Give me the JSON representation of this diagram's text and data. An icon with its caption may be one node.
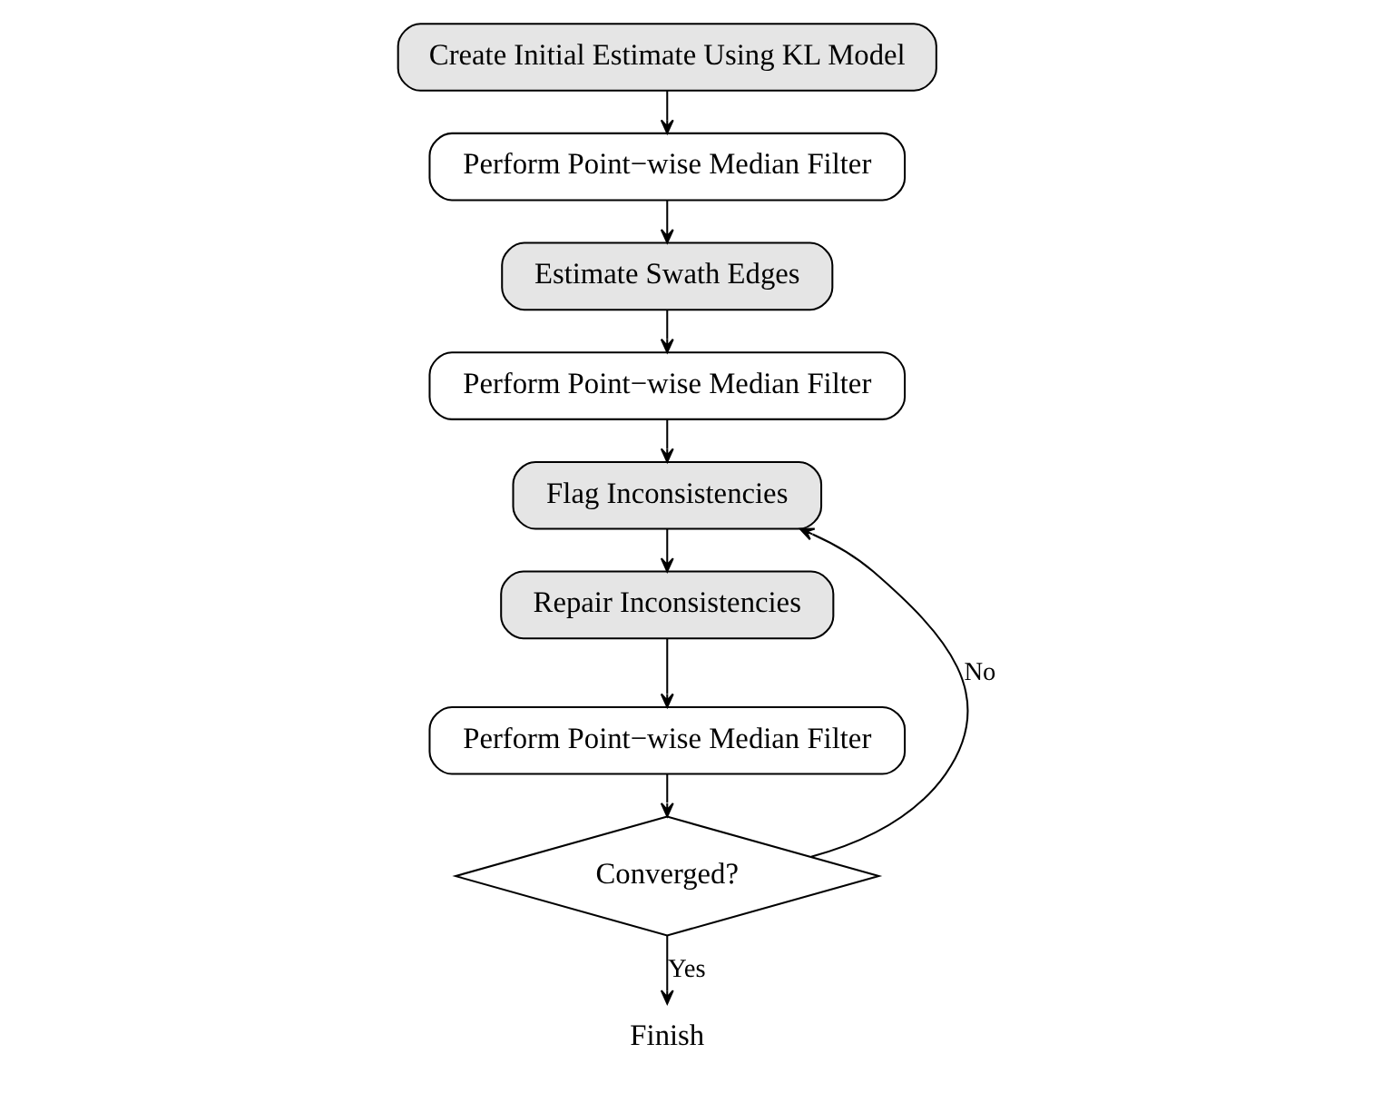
{
  "diagram": {
    "nodes": [
      {
        "text": [
          "Create Initial Estimate Using KL Model"
        ]
      },
      {
        "text": [
          "Perform Point−wise Median Filter"
        ]
      },
      {
        "text": [
          "Estimate Swath Edges"
        ]
      },
      {
        "text": [
          "Perform Point−wise Median Filter"
        ]
      },
      {
        "text": [
          "Flag Inconsistencies"
        ]
      },
      {
        "text": [
          "Repair Inconsistencies"
        ]
      },
      {
        "text": [
          "Perform Point−wise Median Filter"
        ]
      },
      {
        "text": [
          "Converged?"
        ]
      },
      {
        "text": [
          "Finish"
        ]
      }
    ],
    "edges": [
      {
        "from": 0,
        "to": 1,
        "arrow": "to"
      },
      {
        "from": 1,
        "to": 2,
        "arrow": "to"
      },
      {
        "from": 2,
        "to": 3,
        "arrow": "to"
      },
      {
        "from": 3,
        "to": 4,
        "arrow": "to"
      },
      {
        "from": 4,
        "to": 5,
        "arrow": "to"
      },
      {
        "from": 5,
        "to": 6,
        "arrow": "to"
      },
      {
        "from": 6,
        "to": 7,
        "arrow": "to"
      },
      {
        "from": 7,
        "to": 8,
        "arrow": "to",
        "label": "Yes"
      },
      {
        "from": 7,
        "to": 4,
        "arrow": "to",
        "label": "No"
      }
    ]
  }
}
